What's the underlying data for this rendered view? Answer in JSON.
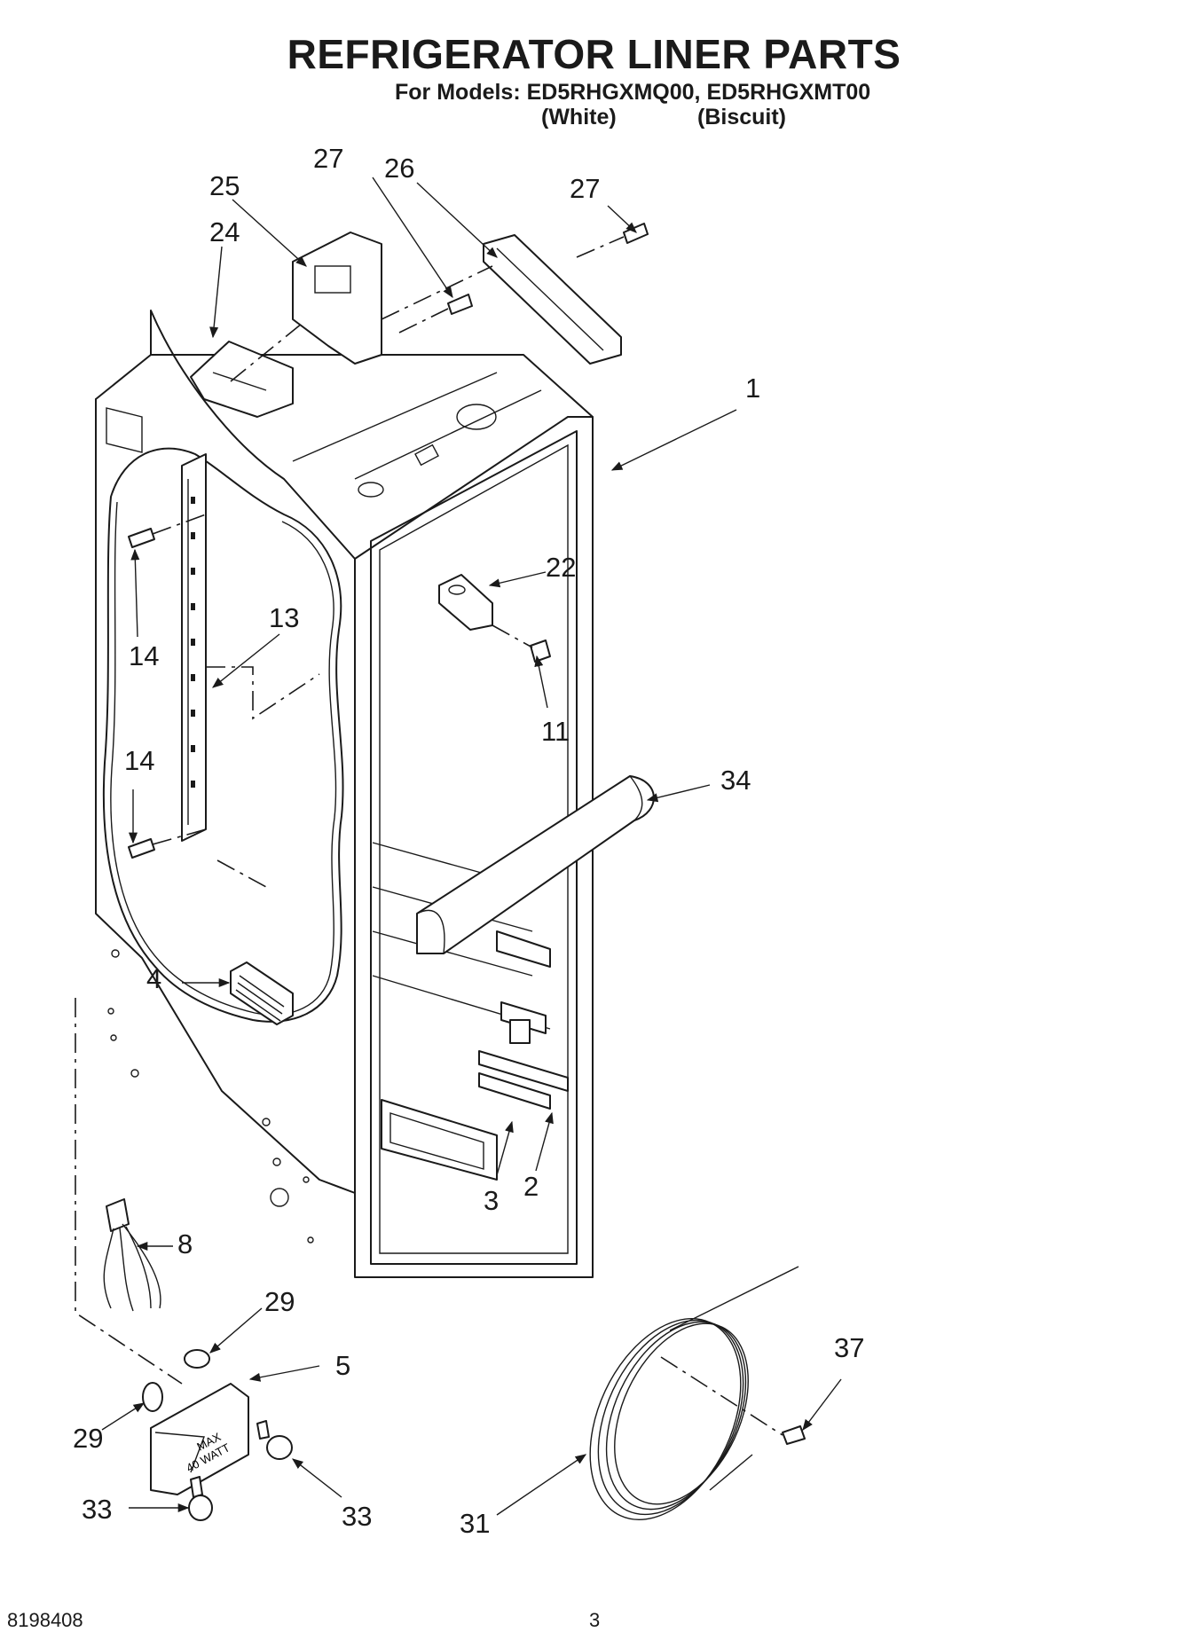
{
  "header": {
    "title": "REFRIGERATOR LINER PARTS",
    "models_line": "For Models: ED5RHGXMQ00, ED5RHGXMT00",
    "variant_white": "(White)",
    "variant_biscuit": "(Biscuit)"
  },
  "callouts": {
    "c1": "1",
    "c2": "2",
    "c3": "3",
    "c4": "4",
    "c5": "5",
    "c8": "8",
    "c11": "11",
    "c13": "13",
    "c14a": "14",
    "c14b": "14",
    "c22": "22",
    "c24": "24",
    "c25": "25",
    "c26": "26",
    "c27a": "27",
    "c27b": "27",
    "c29a": "29",
    "c29b": "29",
    "c31": "31",
    "c33a": "33",
    "c33b": "33",
    "c34": "34",
    "c37": "37"
  },
  "labels": {
    "lamp_socket_max": "MAX",
    "lamp_socket_watt": "40 WATT"
  },
  "footer": {
    "doc_number": "8198408",
    "page_number": "3"
  }
}
